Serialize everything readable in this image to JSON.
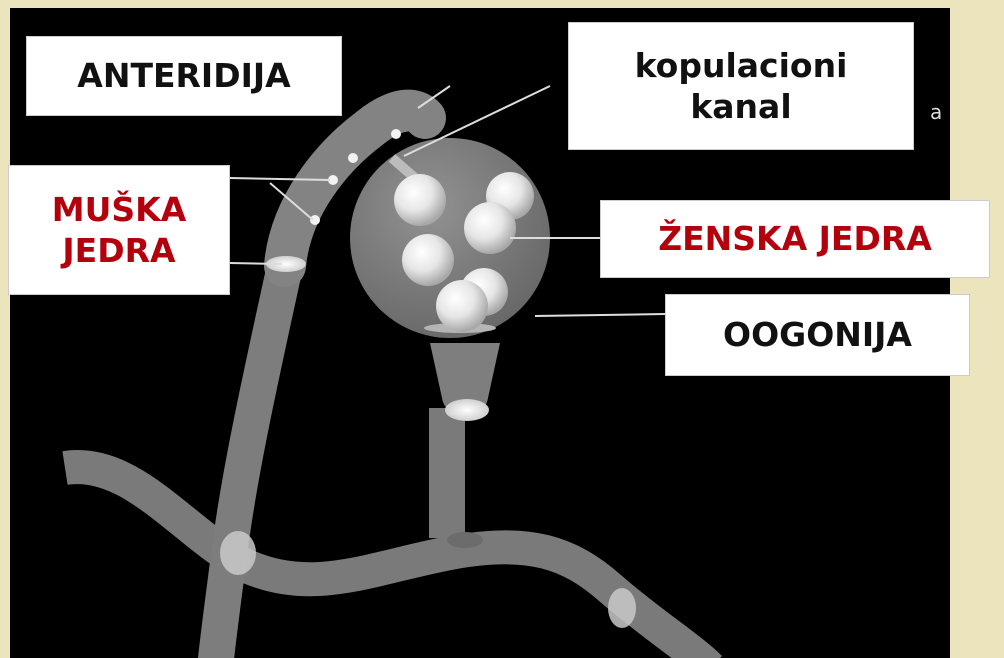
{
  "labels": {
    "anteridija": "ANTERIDIJA",
    "kopulacioni_line1": "kopulacioni",
    "kopulacioni_line2": "kanal",
    "muska_line1": "MUŠKA",
    "muska_line2": "JEDRA",
    "zenska": "ŽENSKA JEDRA",
    "oogonija": "OOGONIJA"
  },
  "stray_text": "a",
  "colors": {
    "background": "#ece4bc",
    "diagram_background": "#000000",
    "label_text": "#111111",
    "highlight_text": "#b3000c",
    "structure_fill": "#7d7d7d"
  }
}
